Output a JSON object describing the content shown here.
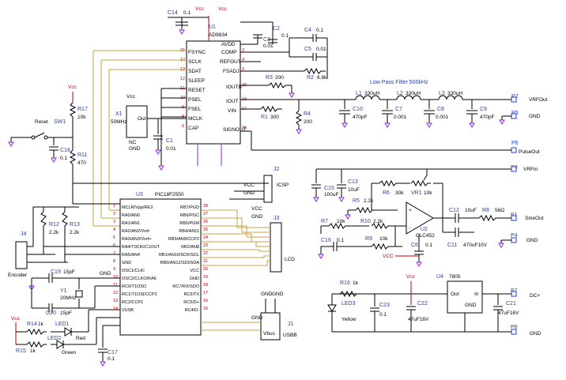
{
  "labels": {
    "vcc": "Vcc",
    "vcc_net": "VCC",
    "gnd": "GND",
    "lpf_title": "Low Pass Filter 500kHz"
  },
  "components": {
    "u1": {
      "ref": "U1",
      "part": "AD9834",
      "pins": [
        "FSYNC",
        "SCLK",
        "SDAT",
        "SLEEP",
        "RESET",
        "PSEL",
        "FSEL",
        "MCLK",
        "CAP",
        "AVDD",
        "COMP",
        "REFOUT",
        "FSADJ",
        "IOUTB",
        "IOUT",
        "VIN",
        "SIGNOUT"
      ]
    },
    "c14": {
      "ref": "C14",
      "value": "0.1"
    },
    "c2": {
      "ref": "C2",
      "value": "0.1"
    },
    "c3": {
      "ref": "C3",
      "value": "0.01"
    },
    "c4": {
      "ref": "C4",
      "value": "0.1"
    },
    "c5": {
      "ref": "C5",
      "value": "0.01"
    },
    "r3": {
      "ref": "R3",
      "value": "200"
    },
    "r2": {
      "ref": "R2",
      "value": "6.8k"
    },
    "r1": {
      "ref": "R1",
      "value": "300"
    },
    "r4": {
      "ref": "R4",
      "value": "200"
    },
    "l1": {
      "ref": "L1",
      "value": "330uH"
    },
    "l2": {
      "ref": "L2",
      "value": "330uH"
    },
    "l3": {
      "ref": "L3",
      "value": "330uH"
    },
    "c10": {
      "ref": "C10",
      "value": "470pF"
    },
    "c7": {
      "ref": "C7",
      "value": "0.001"
    },
    "c8": {
      "ref": "C8",
      "value": "0.001"
    },
    "c9": {
      "ref": "C9",
      "value": "470pF"
    },
    "x1": {
      "ref": "X1",
      "vcc": "Vcc",
      "out": "Out",
      "freq": "50MHz",
      "nc": "NC",
      "gnd": "GND"
    },
    "c1": {
      "ref": "C1",
      "value": "0.01"
    },
    "r17": {
      "ref": "R17",
      "value": "10k"
    },
    "sw1": {
      "ref": "SW1",
      "label": "Reset"
    },
    "c18": {
      "ref": "C18",
      "value": "0.1"
    },
    "r11": {
      "ref": "R11",
      "value": "470"
    },
    "u3": {
      "ref": "U3",
      "part": "PIC18F2550",
      "left_pins": [
        {
          "num": "1",
          "name": "MCLR/Vpp/RE3"
        },
        {
          "num": "2",
          "name": "RA0/AN0"
        },
        {
          "num": "3",
          "name": "RA1/AN1"
        },
        {
          "num": "4",
          "name": "RA2/AN2/Vref-"
        },
        {
          "num": "5",
          "name": "RA3/AN3/Vref+"
        },
        {
          "num": "6",
          "name": "RA4/T0CKI/C1OUT"
        },
        {
          "num": "7",
          "name": "RA5/AN4"
        },
        {
          "num": "8",
          "name": "GND"
        },
        {
          "num": "9",
          "name": "OSC1/CLKI"
        },
        {
          "num": "10",
          "name": "OSC2/CLKO/RA6"
        },
        {
          "num": "11",
          "name": "RC0/T1OSO"
        },
        {
          "num": "12",
          "name": "RC1/T1OSI/CCP2"
        },
        {
          "num": "13",
          "name": "RC2/CCP1"
        },
        {
          "num": "14",
          "name": "VUSB"
        }
      ],
      "right_pins": [
        {
          "num": "28",
          "name": "RB7/PGD"
        },
        {
          "num": "27",
          "name": "RB6/PGC"
        },
        {
          "num": "26",
          "name": "RB5/PGM"
        },
        {
          "num": "25",
          "name": "RB4/AN11"
        },
        {
          "num": "24",
          "name": "RB3/AN9/CCP2"
        },
        {
          "num": "23",
          "name": "RB2/AN8"
        },
        {
          "num": "22",
          "name": "RB1/AN10/SCK/SCL"
        },
        {
          "num": "21",
          "name": "RB0/AN12/SDI/SDA"
        },
        {
          "num": "20",
          "name": "VCC"
        },
        {
          "num": "19",
          "name": "GND"
        },
        {
          "num": "18",
          "name": "RC7/RX/SDO"
        },
        {
          "num": "17",
          "name": "RC6/TX"
        },
        {
          "num": "16",
          "name": "RC5/D+"
        },
        {
          "num": "15",
          "name": "RC4/D-"
        }
      ]
    },
    "j4": {
      "ref": "J4",
      "label": "Encoder"
    },
    "r12": {
      "ref": "R12",
      "value": "2.2k"
    },
    "r13": {
      "ref": "R13",
      "value": "2.2k"
    },
    "c19": {
      "ref": "C19",
      "value": "15pF"
    },
    "y1": {
      "ref": "Y1",
      "value": "20MHz"
    },
    "c20": {
      "ref": "C20",
      "value": "15pF"
    },
    "r14": {
      "ref": "R14",
      "value": "1k"
    },
    "led1": {
      "ref": "LED1",
      "color": "Red"
    },
    "r15": {
      "ref": "R15",
      "value": "1k"
    },
    "led2": {
      "ref": "LED2",
      "color": "Green"
    },
    "c17": {
      "ref": "C17",
      "value": "0.1"
    },
    "j2": {
      "ref": "J2",
      "label": "ICSP"
    },
    "j3": {
      "ref": "J3",
      "label": "LCD"
    },
    "j1": {
      "ref": "J1",
      "label": "USBB",
      "vbus": "Vbus"
    },
    "c15": {
      "ref": "C15",
      "value": "100uF"
    },
    "c13": {
      "ref": "C13",
      "value": "10uF"
    },
    "r6": {
      "ref": "R6",
      "value": "30k"
    },
    "vr1": {
      "ref": "VR1",
      "value": "10k"
    },
    "r5": {
      "ref": "R5",
      "value": "2.2k"
    },
    "u2": {
      "ref": "U2",
      "part": "CLC452"
    },
    "r10": {
      "ref": "R10",
      "value": "2.2k"
    },
    "r7": {
      "ref": "R7",
      "value": "10k"
    },
    "c16": {
      "ref": "C16",
      "value": "0.1"
    },
    "r9": {
      "ref": "R9",
      "value": "10k"
    },
    "c6": {
      "ref": "C6",
      "value": "0.1"
    },
    "c12": {
      "ref": "C12",
      "value": "10uF"
    },
    "c11": {
      "ref": "C11",
      "value": "470uF10V"
    },
    "r8": {
      "ref": "R8",
      "value": "56Ω"
    },
    "u4": {
      "ref": "U4",
      "part": "7805",
      "out": "Out",
      "in": "In",
      "gnd": "GND"
    },
    "r16": {
      "ref": "R16",
      "value": "1k"
    },
    "led3": {
      "ref": "LED3",
      "color": "Yellow"
    },
    "c23": {
      "ref": "C23",
      "value": "0.1"
    },
    "c22": {
      "ref": "C22",
      "value": "47uF16V"
    },
    "c21": {
      "ref": "C21",
      "value": "47uF16V"
    }
  },
  "ports": {
    "p2": {
      "ref": "P2",
      "label": "VRFOut"
    },
    "p5": {
      "ref": "P5",
      "label": "GND"
    },
    "p6": {
      "ref": "P6",
      "label": "PulseOut"
    },
    "p3": {
      "ref": "P3",
      "label": "VRFin"
    },
    "p1": {
      "ref": "P1",
      "label": "SineOut"
    },
    "p4": {
      "ref": "P4",
      "label": "GND"
    },
    "p7": {
      "ref": "P7",
      "label": "DC+"
    },
    "p8": {
      "ref": "P8",
      "label": "GND"
    }
  }
}
